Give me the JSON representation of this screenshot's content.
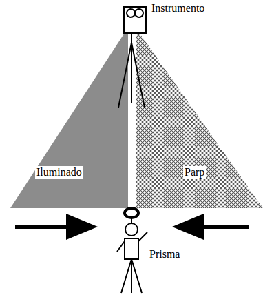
{
  "diagram": {
    "labels": [
      "Instrumento",
      "Iluminado",
      "Parp",
      "Prisma"
    ]
  }
}
